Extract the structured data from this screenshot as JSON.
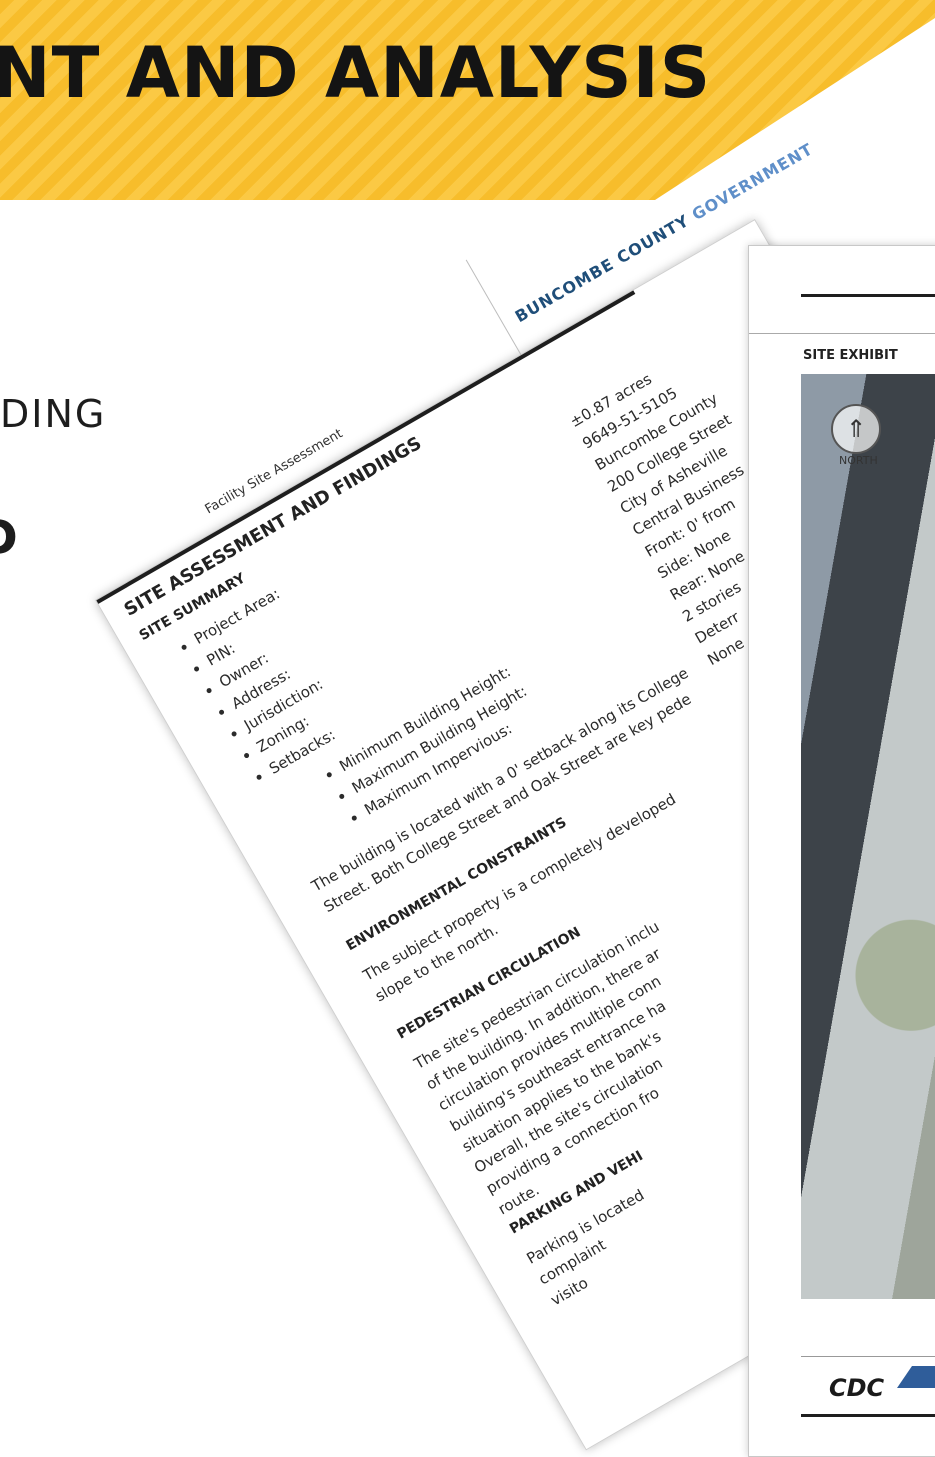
{
  "banner": {
    "title": "NT AND ANALYSIS",
    "side_text_1": "DING",
    "side_text_2": "D"
  },
  "document": {
    "org_name_part1": "BUNCOMBE COUNTY",
    "org_name_part2": "GOVERNMENT",
    "header": "Facility Site Assessment",
    "heading": "SITE ASSESSMENT AND FINDINGS",
    "subheading": "SITE SUMMARY",
    "summary_labels": [
      "Project Area:",
      "PIN:",
      "Owner:",
      "Address:",
      "Jurisdiction:",
      "Zoning:",
      "Setbacks:"
    ],
    "summary_values": [
      "±0.87 acres",
      "9649-51-5105",
      "Buncombe County",
      "200 College Street",
      "City of Asheville",
      "Central Business",
      "Front: 0' from",
      "Side: None",
      "Rear: None",
      "2 stories",
      "Deterr",
      "None"
    ],
    "height_labels": [
      "Minimum Building Height:",
      "Maximum Building Height:",
      "Maximum Impervious:"
    ],
    "para_location": [
      "The building is located with a 0' setback along its College",
      "Street. Both College Street and Oak Street are key pede"
    ],
    "env_heading": "ENVIRONMENTAL CONSTRAINTS",
    "para_env": [
      "The subject property is a completely developed",
      "slope to the north."
    ],
    "ped_heading": "PEDESTRIAN CIRCULATION",
    "para_ped": [
      "The site's pedestrian circulation inclu",
      "of the building. In addition, there ar",
      "circulation provides multiple conn",
      "building's southeast entrance ha",
      "situation applies to the bank's",
      "Overall, the site's circulation",
      "providing a connection fro",
      "route."
    ],
    "parking_heading": "PARKING AND VEHI",
    "para_parking": [
      "Parking is located",
      "complaint",
      "visito"
    ]
  },
  "exhibit": {
    "title": "SITE EXHIBIT",
    "compass_label": "NORTH",
    "logo_text": "CDC"
  }
}
